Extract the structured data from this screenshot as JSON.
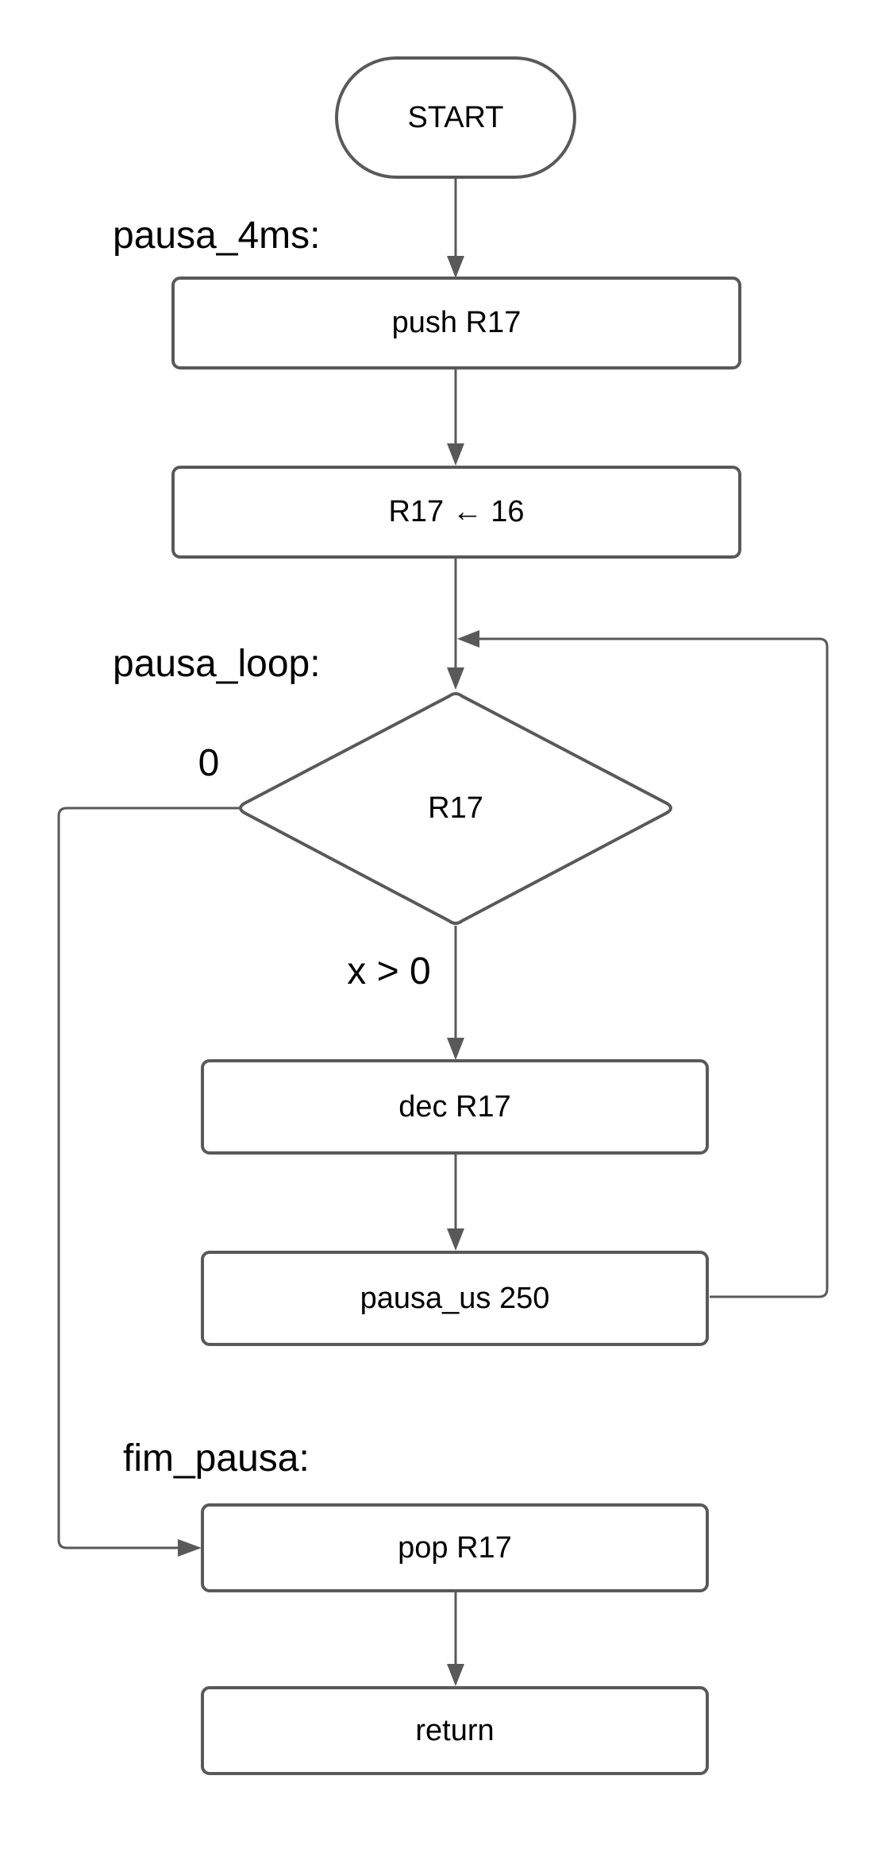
{
  "nodes": {
    "start": "START",
    "push": "push R17",
    "assign": "R17 ← 16",
    "decision": "R17",
    "dec": "dec R17",
    "pausa_us": "pausa_us 250",
    "pop": "pop R17",
    "ret": "return"
  },
  "labels": {
    "pausa_4ms": "pausa_4ms:",
    "pausa_loop": "pausa_loop:",
    "fim_pausa": "fim_pausa:"
  },
  "edge_labels": {
    "zero": "0",
    "greater": "x > 0"
  },
  "colors": {
    "stroke": "#595959",
    "fill": "#ffffff",
    "text": "#000000"
  }
}
